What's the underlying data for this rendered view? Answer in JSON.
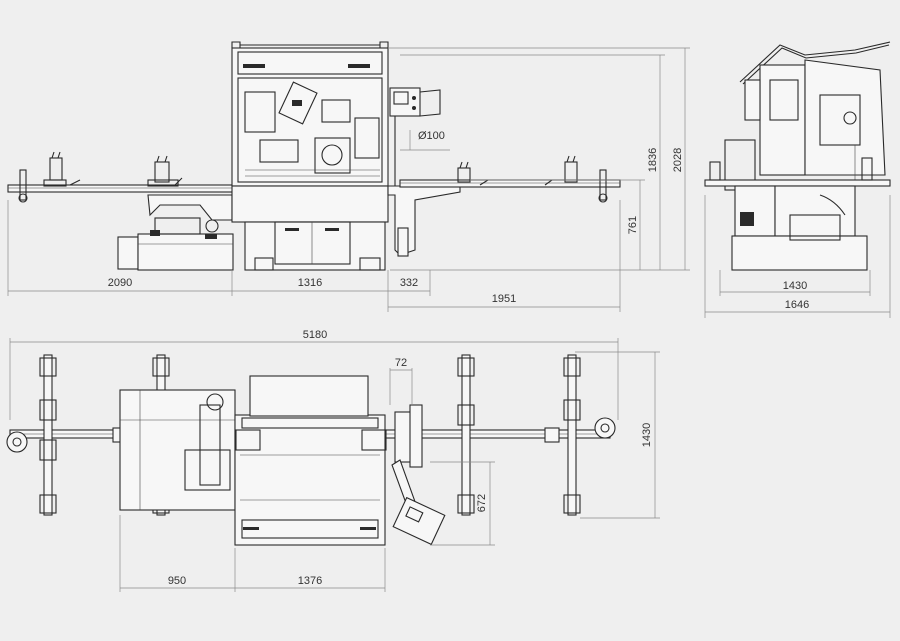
{
  "dimensions": {
    "front_w_left": "2090",
    "front_w_mid": "1316",
    "front_w_small": "332",
    "front_w_right": "1951",
    "front_h_table": "761",
    "front_h_mid": "1836",
    "front_h_total": "2028",
    "diameter": "Ø100",
    "side_w_inner": "1430",
    "side_w_outer": "1646",
    "top_total": "5180",
    "top_small": "72",
    "top_h": "1430",
    "top_h_small": "672",
    "top_w_left": "950",
    "top_w_mid": "1376"
  },
  "colors": {
    "background": "#efefef",
    "line": "#2a2a2a",
    "dimension": "#8a8a8a"
  }
}
